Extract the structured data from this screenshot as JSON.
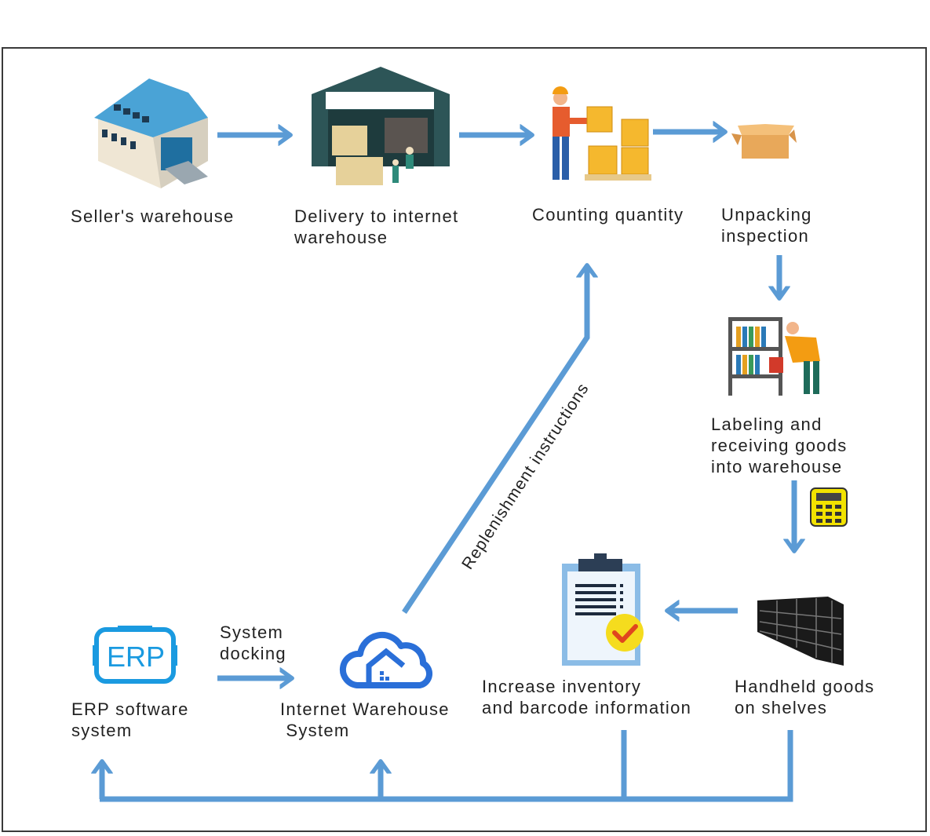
{
  "colors": {
    "arrow": "#5b9bd5",
    "frame": "#3a3a3a",
    "text": "#222222"
  },
  "nodes": {
    "seller_warehouse": {
      "line1": "Seller's warehouse",
      "icon": "warehouse-building-icon"
    },
    "delivery": {
      "line1": "Delivery to internet",
      "line2": "warehouse",
      "icon": "warehouse-interior-icon"
    },
    "counting": {
      "line1": "Counting quantity",
      "icon": "worker-boxes-icon"
    },
    "unpacking": {
      "line1": "Unpacking",
      "line2": "inspection",
      "icon": "open-box-icon"
    },
    "labeling": {
      "line1": "Labeling and",
      "line2": "receiving goods",
      "line3": "into warehouse",
      "icon": "shelf-worker-icon"
    },
    "handheld": {
      "line1": "Handheld goods",
      "line2": "on shelves",
      "icon": "shelves-icon"
    },
    "inventory": {
      "line1": "Increase inventory",
      "line2": "and barcode information",
      "icon": "clipboard-check-icon"
    },
    "iws": {
      "line1": "Internet Warehouse",
      "line2": " System",
      "icon": "cloud-home-icon"
    },
    "erp": {
      "line1": "ERP software",
      "line2": "system",
      "logo": "ERP",
      "icon": "erp-icon"
    }
  },
  "edges": {
    "system_docking": {
      "line1": "System",
      "line2": "docking"
    },
    "replenishment": "Replenishment instructions"
  }
}
